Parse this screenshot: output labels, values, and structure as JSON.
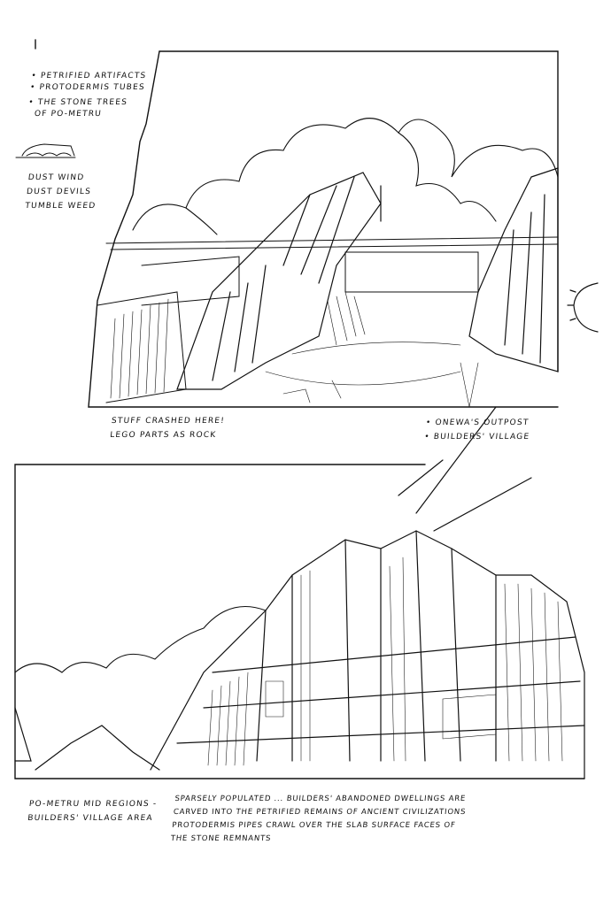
{
  "panel1": {
    "notes_top_left": [
      "• Petrified artifacts",
      "• Protodermis tubes",
      "• The stone trees",
      "of Po-Metru"
    ],
    "notes_weather": [
      "Dust wind",
      "Dust devils",
      "Tumble weed"
    ],
    "caption_left": [
      "Stuff crashed here!",
      "Lego parts as rock"
    ],
    "caption_right": [
      "• Onewa's outpost",
      "• Builders' village"
    ]
  },
  "panel2": {
    "caption_left": [
      "Po-Metru mid regions -",
      "Builders' village area"
    ],
    "caption_right": [
      "Sparsely populated ... Builders' abandoned dwellings are",
      "carved into the petrified remains of ancient civilizations",
      "protodermis pipes crawl over the slab surface faces of",
      "the stone remnants"
    ]
  }
}
